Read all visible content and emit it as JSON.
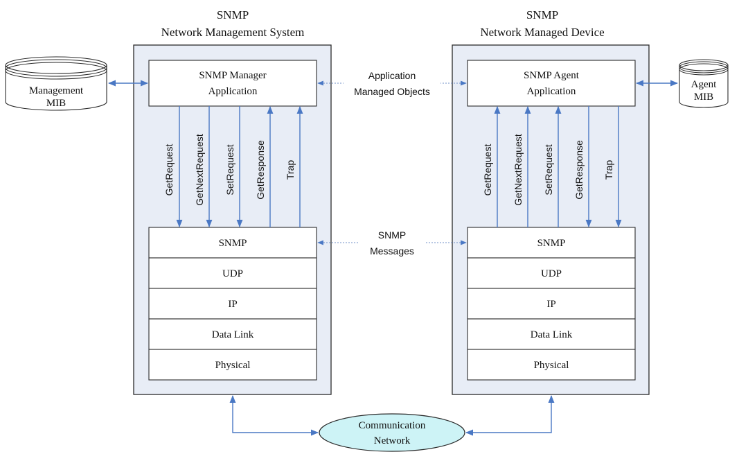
{
  "nms": {
    "title_line1": "SNMP",
    "title_line2": "Network Management System",
    "app_line1": "SNMP Manager",
    "app_line2": "Application",
    "messages": [
      "GetRequest",
      "GetNextRequest",
      "SetRequest",
      "GetResponse",
      "Trap"
    ],
    "stack": [
      "SNMP",
      "UDP",
      "IP",
      "Data Link",
      "Physical"
    ]
  },
  "nmd": {
    "title_line1": "SNMP",
    "title_line2": "Network Managed Device",
    "app_line1": "SNMP Agent",
    "app_line2": "Application",
    "messages": [
      "GetRequest",
      "GetNextRequest",
      "SetRequest",
      "GetResponse",
      "Trap"
    ],
    "stack": [
      "SNMP",
      "UDP",
      "IP",
      "Data Link",
      "Physical"
    ]
  },
  "management_mib": {
    "line1": "Management",
    "line2": "MIB"
  },
  "agent_mib": {
    "line1": "Agent",
    "line2": "MIB"
  },
  "app_link": {
    "line1": "Application",
    "line2": "Managed Objects"
  },
  "msg_link": {
    "line1": "SNMP",
    "line2": "Messages"
  },
  "network": {
    "line1": "Communication",
    "line2": "Network"
  },
  "colors": {
    "panel": "#e8edf6",
    "arrow": "#4a78c4",
    "network": "#cdf3f6"
  }
}
